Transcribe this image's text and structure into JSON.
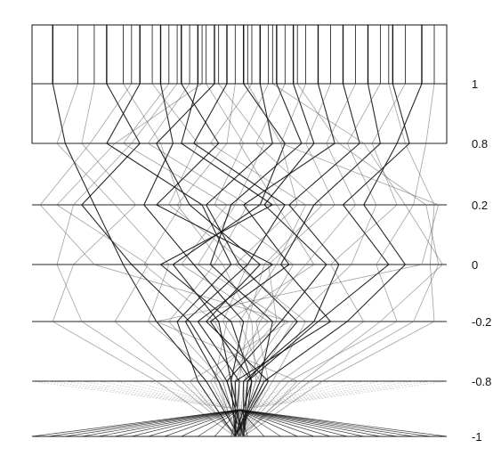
{
  "chart_data": {
    "type": "parallel-coordinates",
    "title": "",
    "xlabel": "",
    "ylabel": "",
    "levels": [
      "1",
      "0.8",
      "0.2",
      "0",
      "-0.2",
      "-0.8",
      "-1"
    ],
    "top_band": {
      "from": "1",
      "to": "0.8",
      "boxed": true
    },
    "series": [
      {
        "values": [
          0.05,
          0.08,
          0.15,
          0.22,
          0.3,
          0.42,
          0.5
        ],
        "shade": "dark"
      },
      {
        "values": [
          0.11,
          0.06,
          0.2,
          0.33,
          0.28,
          0.45,
          0.49
        ]
      },
      {
        "values": [
          0.18,
          0.26,
          0.12,
          0.24,
          0.38,
          0.47,
          0.51
        ],
        "shade": "dark"
      },
      {
        "values": [
          0.22,
          0.31,
          0.36,
          0.27,
          0.44,
          0.52,
          0.5
        ]
      },
      {
        "values": [
          0.26,
          0.18,
          0.41,
          0.48,
          0.35,
          0.4,
          0.49
        ],
        "shade": "dark"
      },
      {
        "values": [
          0.29,
          0.4,
          0.33,
          0.52,
          0.46,
          0.55,
          0.5
        ]
      },
      {
        "values": [
          0.31,
          0.34,
          0.27,
          0.39,
          0.51,
          0.48,
          0.51
        ],
        "shade": "dark"
      },
      {
        "values": [
          0.33,
          0.22,
          0.47,
          0.36,
          0.57,
          0.43,
          0.5
        ]
      },
      {
        "values": [
          0.36,
          0.45,
          0.3,
          0.58,
          0.4,
          0.5,
          0.49
        ],
        "shade": "dark"
      },
      {
        "values": [
          0.38,
          0.28,
          0.52,
          0.44,
          0.33,
          0.46,
          0.5
        ]
      },
      {
        "values": [
          0.4,
          0.36,
          0.58,
          0.31,
          0.48,
          0.53,
          0.51
        ],
        "shade": "dark"
      },
      {
        "values": [
          0.42,
          0.51,
          0.44,
          0.63,
          0.55,
          0.49,
          0.5
        ]
      },
      {
        "values": [
          0.44,
          0.3,
          0.38,
          0.55,
          0.42,
          0.57,
          0.49
        ],
        "shade": "dark"
      },
      {
        "values": [
          0.45,
          0.56,
          0.49,
          0.4,
          0.61,
          0.51,
          0.5
        ]
      },
      {
        "values": [
          0.47,
          0.39,
          0.61,
          0.52,
          0.37,
          0.45,
          0.51
        ],
        "shade": "dark"
      },
      {
        "values": [
          0.49,
          0.47,
          0.35,
          0.46,
          0.53,
          0.54,
          0.5
        ]
      },
      {
        "values": [
          0.51,
          0.61,
          0.55,
          0.34,
          0.45,
          0.48,
          0.49
        ],
        "shade": "dark"
      },
      {
        "values": [
          0.53,
          0.43,
          0.66,
          0.59,
          0.5,
          0.56,
          0.5
        ]
      },
      {
        "values": [
          0.55,
          0.58,
          0.42,
          0.5,
          0.64,
          0.52,
          0.51
        ],
        "shade": "dark"
      },
      {
        "values": [
          0.57,
          0.5,
          0.59,
          0.68,
          0.47,
          0.44,
          0.5
        ]
      },
      {
        "values": [
          0.59,
          0.65,
          0.48,
          0.43,
          0.58,
          0.55,
          0.49
        ],
        "shade": "dark"
      },
      {
        "values": [
          0.61,
          0.54,
          0.7,
          0.56,
          0.52,
          0.5,
          0.5
        ]
      },
      {
        "values": [
          0.63,
          0.68,
          0.56,
          0.71,
          0.6,
          0.47,
          0.51
        ],
        "shade": "dark"
      },
      {
        "values": [
          0.66,
          0.6,
          0.64,
          0.49,
          0.66,
          0.58,
          0.5
        ]
      },
      {
        "values": [
          0.69,
          0.73,
          0.51,
          0.62,
          0.43,
          0.53,
          0.49
        ],
        "shade": "dark"
      },
      {
        "values": [
          0.72,
          0.66,
          0.73,
          0.57,
          0.59,
          0.46,
          0.5
        ]
      },
      {
        "values": [
          0.75,
          0.79,
          0.62,
          0.74,
          0.68,
          0.51,
          0.51
        ],
        "shade": "dark"
      },
      {
        "values": [
          0.78,
          0.71,
          0.78,
          0.66,
          0.54,
          0.57,
          0.5
        ]
      },
      {
        "values": [
          0.81,
          0.84,
          0.68,
          0.6,
          0.72,
          0.49,
          0.49
        ],
        "shade": "dark"
      },
      {
        "values": [
          0.84,
          0.76,
          0.83,
          0.77,
          0.63,
          0.54,
          0.5
        ]
      },
      {
        "values": [
          0.87,
          0.91,
          0.75,
          0.86,
          0.69,
          0.52,
          0.51
        ],
        "shade": "dark"
      },
      {
        "values": [
          0.9,
          0.82,
          0.88,
          0.72,
          0.8,
          0.6,
          0.5
        ]
      },
      {
        "values": [
          0.94,
          0.88,
          0.8,
          0.9,
          0.76,
          0.56,
          0.49
        ],
        "shade": "dark"
      },
      {
        "values": [
          0.97,
          0.95,
          0.92,
          0.83,
          0.88,
          0.62,
          0.5
        ]
      },
      {
        "values": [
          0.24,
          0.14,
          0.02,
          0.15,
          0.62,
          0.38,
          0.49
        ]
      },
      {
        "values": [
          0.52,
          0.6,
          0.98,
          0.94,
          0.3,
          0.64,
          0.51
        ]
      },
      {
        "values": [
          0.35,
          0.24,
          0.1,
          0.06,
          0.12,
          0.34,
          0.5
        ]
      },
      {
        "values": [
          0.64,
          0.74,
          0.95,
          0.98,
          0.92,
          0.67,
          0.5
        ]
      },
      {
        "values": [
          0.15,
          0.12,
          0.25,
          0.1,
          0.05,
          0.3,
          0.49
        ]
      },
      {
        "values": [
          0.86,
          0.9,
          0.97,
          0.96,
          0.97,
          0.7,
          0.51
        ]
      },
      {
        "values": [
          0.41,
          0.2,
          0.06,
          0.28,
          0.2,
          0.36,
          0.5
        ]
      },
      {
        "values": [
          0.58,
          0.8,
          0.9,
          0.99,
          0.84,
          0.65,
          0.5
        ]
      }
    ]
  }
}
